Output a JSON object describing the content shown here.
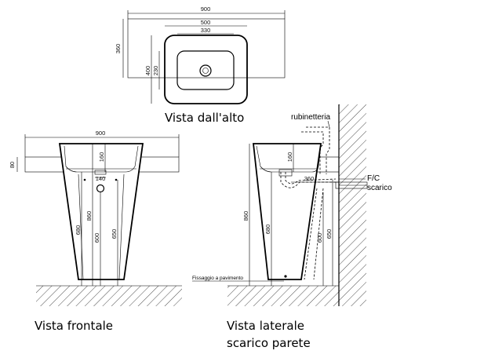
{
  "top_view": {
    "caption": "Vista dall'alto",
    "dim_width_total": "900",
    "dim_width_basin": "500",
    "dim_width_bowl": "330",
    "dim_depth_total": "360",
    "dim_depth_basin": "400",
    "dim_depth_bowl": "230"
  },
  "front_view": {
    "caption": "Vista frontale",
    "dim_width": "900",
    "dim_shelf": "80",
    "dim_bowl_depth": "160",
    "dim_waste": "140",
    "dim_860": "860",
    "dim_680": "680",
    "dim_600": "600",
    "dim_650": "650"
  },
  "side_view": {
    "caption_line1": "Vista laterale",
    "caption_line2": "scarico parete",
    "label_taps": "rubinetteria",
    "label_fc": "F/C",
    "label_drain": "scarico",
    "label_floor_fixing": "Fissaggio a pavimento",
    "dim_160": "160",
    "dim_360": "360",
    "dim_860": "860",
    "dim_680": "680",
    "dim_600": "600",
    "dim_650": "650"
  }
}
